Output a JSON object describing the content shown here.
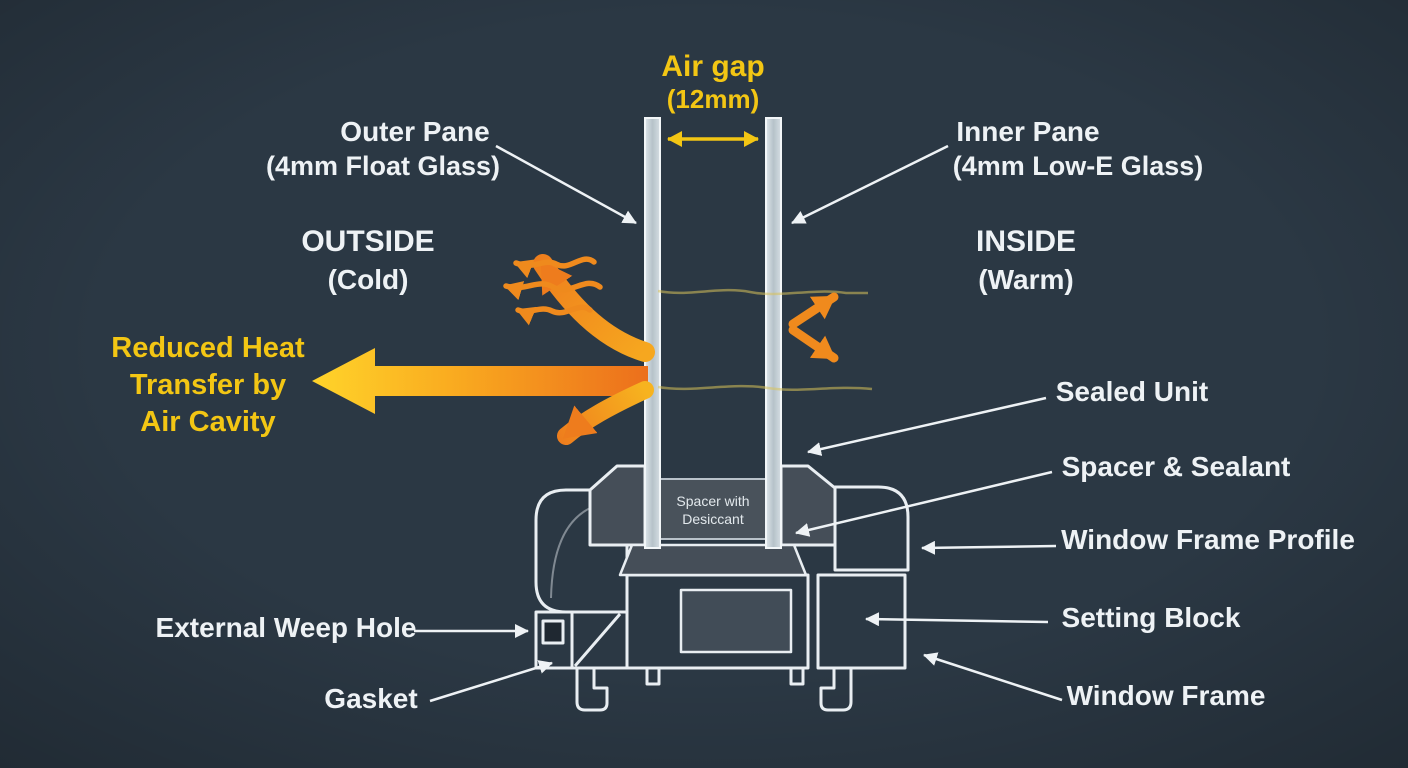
{
  "diagram": {
    "title": {
      "air_gap": "Air gap",
      "air_gap_sub": "(12mm)"
    },
    "labels": {
      "outer_pane": "Outer Pane",
      "outer_pane_sub": "(4mm Float Glass)",
      "inner_pane": "Inner Pane",
      "inner_pane_sub": "(4mm Low-E Glass)",
      "outside": "OUTSIDE",
      "outside_sub": "(Cold)",
      "inside": "INSIDE",
      "inside_sub": "(Warm)",
      "reduced_heat_line1": "Reduced Heat",
      "reduced_heat_line2": "Transfer by",
      "reduced_heat_line3": "Air Cavity",
      "sealed_unit": "Sealed Unit",
      "spacer_sealant": "Spacer & Sealant",
      "window_frame_profile": "Window Frame Profile",
      "setting_block": "Setting Block",
      "window_frame": "Window Frame",
      "external_weep_hole": "External Weep Hole",
      "gasket": "Gasket",
      "spacer_desiccant_line1": "Spacer with",
      "spacer_desiccant_line2": "Desiccant"
    },
    "colors": {
      "background": "#2b3844",
      "accent_yellow": "#f3c614",
      "heat_deep_orange": "#ec6f1c",
      "heat_orange": "#ef8a1d",
      "heat_yellow": "#ffd42a",
      "line_white": "#eef2f5",
      "glass_fill": "#cfd9df",
      "frame_fill": "#454e58"
    }
  }
}
